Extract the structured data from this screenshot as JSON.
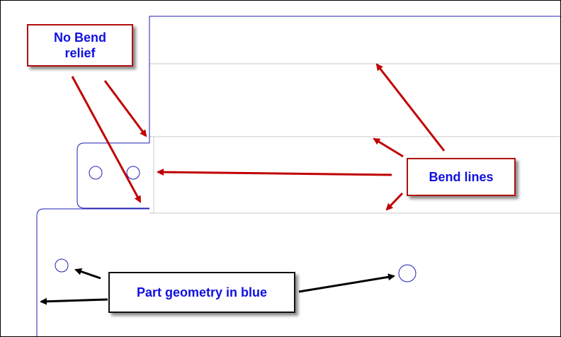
{
  "callouts": {
    "no_bend_relief": "No Bend\nrelief",
    "bend_lines": "Bend lines",
    "part_geometry": "Part geometry in blue"
  },
  "colors": {
    "part_geometry": "#1f1fb5",
    "bend_line": "#c8c8c8",
    "arrow_red": "#c00000",
    "arrow_black": "#000000",
    "callout_text": "#1010e0",
    "callout_border_red": "#b01010",
    "callout_border_black": "#111111"
  }
}
